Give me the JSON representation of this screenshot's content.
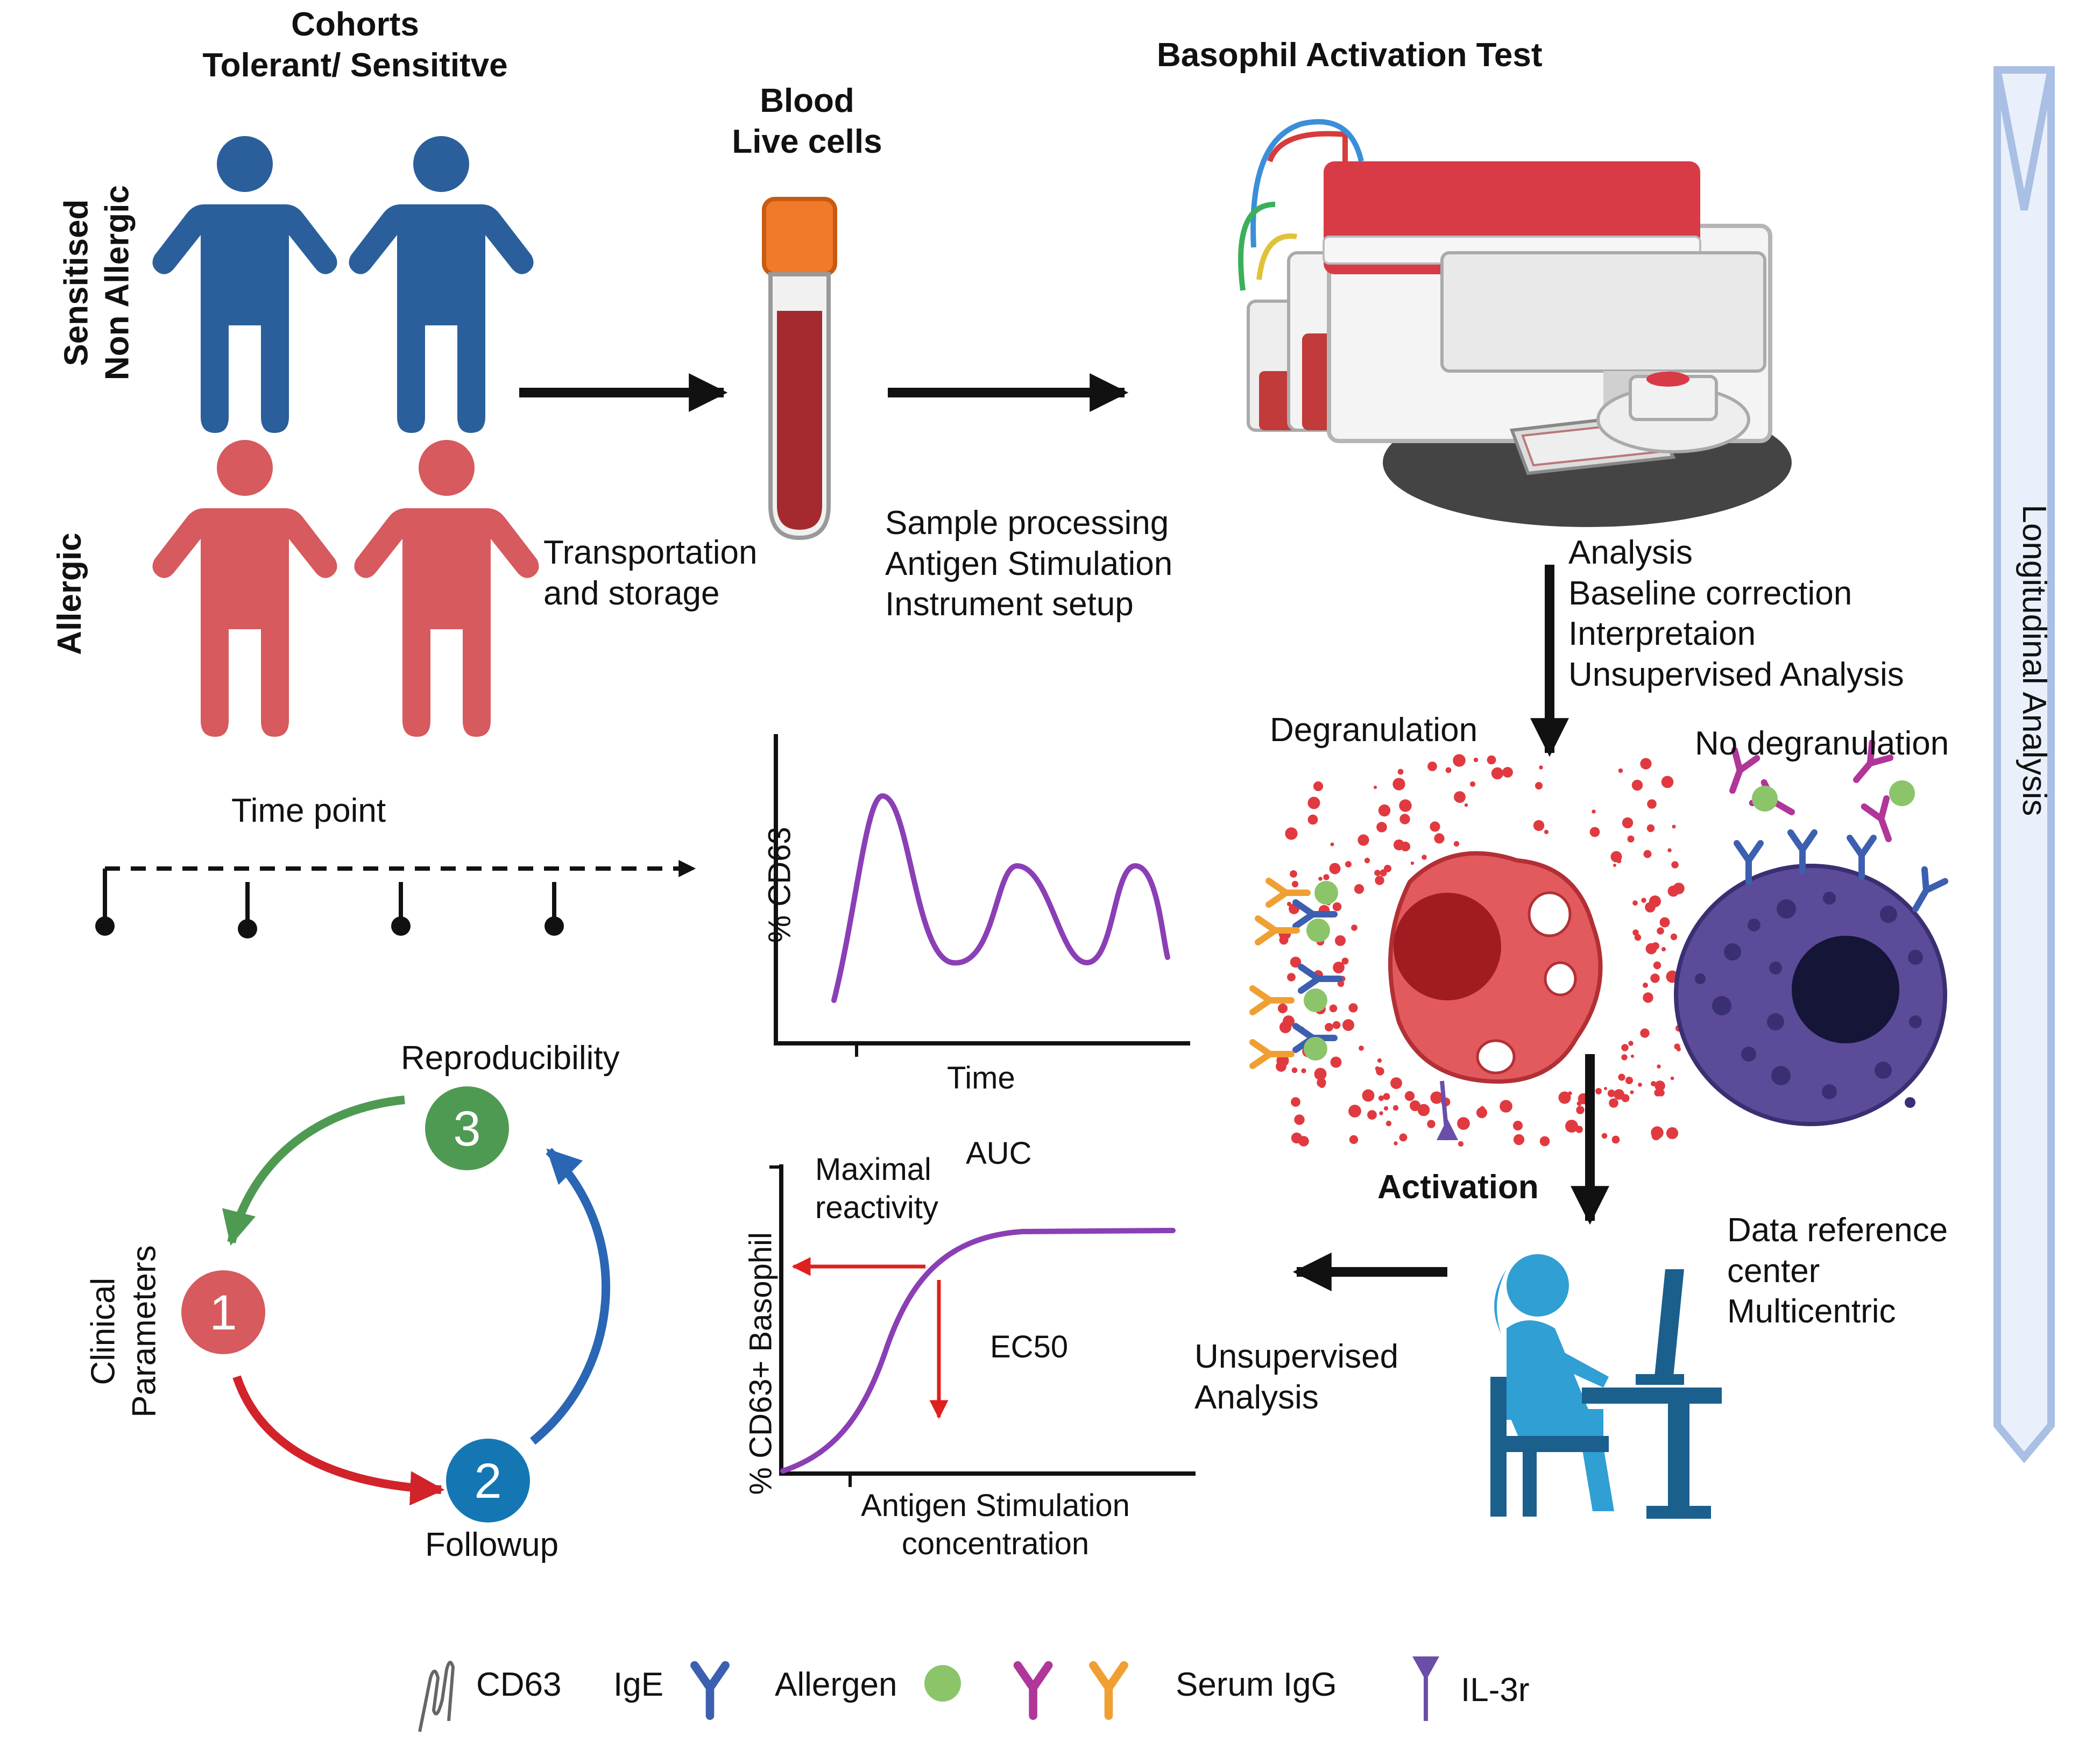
{
  "cohorts": {
    "title_line1": "Cohorts",
    "title_line2": "Tolerant/ Sensititve",
    "group_sensitised_line1": "Sensitised",
    "group_sensitised_line2": "Non Allergic",
    "group_allergic": "Allergic"
  },
  "blood": {
    "line1": "Blood",
    "line2": "Live cells"
  },
  "transport": {
    "line1": "Transportation",
    "line2": "and storage"
  },
  "processing": {
    "line1": "Sample processing",
    "line2": "Antigen Stimulation",
    "line3": "Instrument setup"
  },
  "bat": {
    "title": "Basophil Activation Test"
  },
  "analysis": {
    "line1": "Analysis",
    "line2": "Baseline correction",
    "line3": "Interpretaion",
    "line4": "Unsupervised Analysis"
  },
  "longitudinal": {
    "label": "Longitudinal Analysis"
  },
  "cells": {
    "degranulation": "Degranulation",
    "no_degranulation": "No degranulation",
    "activation": "Activation"
  },
  "timeline": {
    "label": "Time point"
  },
  "time_chart": {
    "ylabel": "% CD63",
    "xlabel": "Time"
  },
  "dose_chart": {
    "ylabel": "% CD63+ Basophil",
    "xlabel_line1": "Antigen Stimulation",
    "xlabel_line2": "concentration",
    "max_line1": "Maximal",
    "max_line2": "reactivity",
    "auc": "AUC",
    "ec50": "EC50"
  },
  "cycle": {
    "reproducibility": "Reproducibility",
    "clinical_line1": "Clinical",
    "clinical_line2": "Parameters",
    "followup": "Followup",
    "n1": "1",
    "n2": "2",
    "n3": "3"
  },
  "data_center": {
    "line1": "Data reference",
    "line2": "center",
    "line3": "Multicentric"
  },
  "unsupervised": {
    "line1": "Unsupervised",
    "line2": "Analysis"
  },
  "legend": {
    "cd63": "CD63",
    "ige": "IgE",
    "allergen": "Allergen",
    "serum_igg": "Serum IgG",
    "il3r": "IL-3r"
  },
  "colors": {
    "blue_person": "#2a5f9c",
    "red_person": "#d65a5e",
    "purple_curve": "#8a3fb5",
    "arrow_red": "#e01f1f",
    "green_badge": "#4f9a52",
    "red_badge": "#d65a5e",
    "blue_badge": "#1477b3",
    "long_band": "#a9bfe3",
    "basophil_red": "#e25a5e",
    "basophil_purple": "#5c4b98"
  },
  "icons": [
    "person-icon",
    "blood-tube-icon",
    "flow-cytometer-icon",
    "basophil-cell-icon",
    "analyst-at-computer-icon",
    "antibody-icon",
    "allergen-icon"
  ]
}
